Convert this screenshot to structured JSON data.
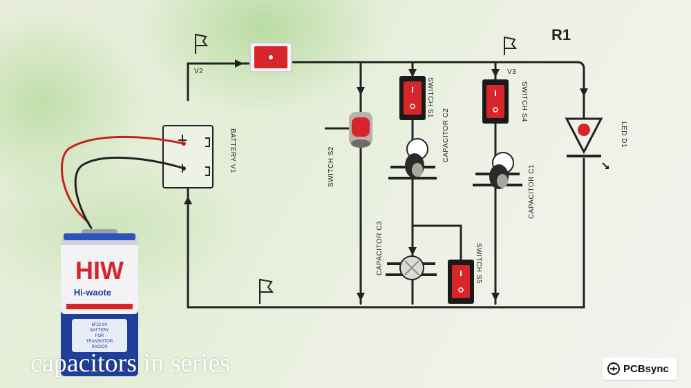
{
  "caption": "capacitors in series",
  "logo": {
    "text": "PCBsync",
    "icon": "pcbsync-logo-icon"
  },
  "circuit": {
    "title": "R1",
    "nodes": {
      "v2": "V2",
      "v3": "V3"
    },
    "components": {
      "battery": "BATTERY V1",
      "switch1": "SWITCH S1",
      "switch2": "SWITCH S2",
      "switch4": "SWITCH S4",
      "switch5": "SWITCH S5",
      "capacitor1": "CAPACITOR C1",
      "capacitor2": "CAPACITOR C2",
      "capacitor3": "CAPACITOR C3",
      "led": "LED D1"
    }
  },
  "battery_pack": {
    "brand": "HIW",
    "subbrand": "Hi-waote",
    "label_lines": [
      "6F22 9V",
      "BATTERY",
      "FOR",
      "TRANSISTOR",
      "RADIOS"
    ]
  },
  "colors": {
    "switch_red": "#d8252a",
    "wire": "#222222",
    "battery_blue": "#1f3f9a",
    "battery_red": "#d8252a"
  }
}
